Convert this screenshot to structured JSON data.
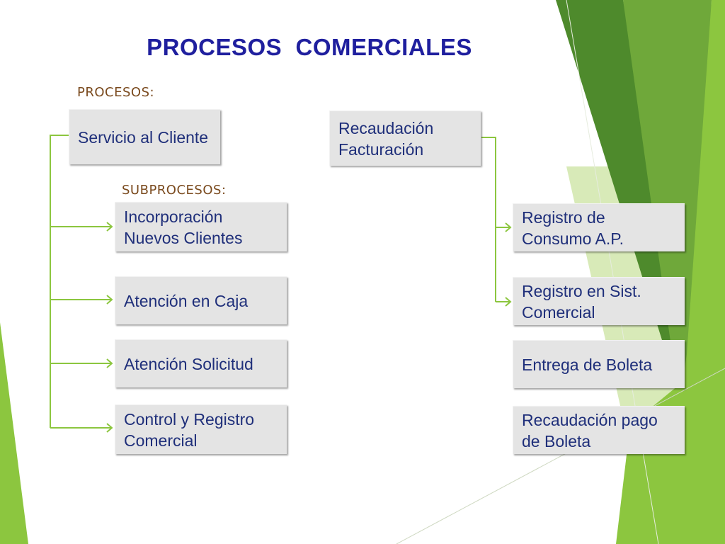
{
  "slide": {
    "title": "PROCESOS  COMERCIALES",
    "procesos_label": "PROCESOS:",
    "subprocesos_label": "SUBPROCESOS:"
  },
  "left_process": {
    "label": "Servicio al Cliente",
    "subprocesses": [
      "Incorporación Nuevos Clientes",
      "Atención en Caja",
      "Atención Solicitud",
      "Control y Registro Comercial"
    ]
  },
  "right_process": {
    "label": "Recaudación Facturación",
    "subprocesses": [
      "Registro de Consumo A.P.",
      "Registro en Sist. Comercial",
      "Entrega de Boleta",
      "Recaudación pago de Boleta"
    ]
  },
  "colors": {
    "title": "#1f1f9e",
    "box_text": "#1f2f7a",
    "box_fill": "#e4e4e4",
    "connector": "#8cc63f",
    "label_text": "#7a4a1e",
    "accent_dark_green": "#4e8a2c",
    "accent_green": "#8cc63f",
    "accent_light_green": "#cfe6a6"
  }
}
